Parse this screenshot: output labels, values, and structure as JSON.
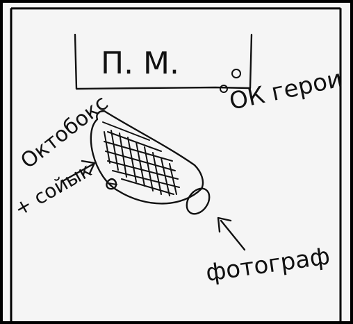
{
  "sketch": {
    "stage_label": "П. М.",
    "hero_label": "ОК герои",
    "hero_mark": "o",
    "octobox_label": "Октобокс",
    "goalie_label": "+ сойык",
    "photographer_label": "фотограф"
  },
  "colors": {
    "ink": "#111111",
    "paper": "#f5f5f5",
    "frame": "#000000"
  }
}
